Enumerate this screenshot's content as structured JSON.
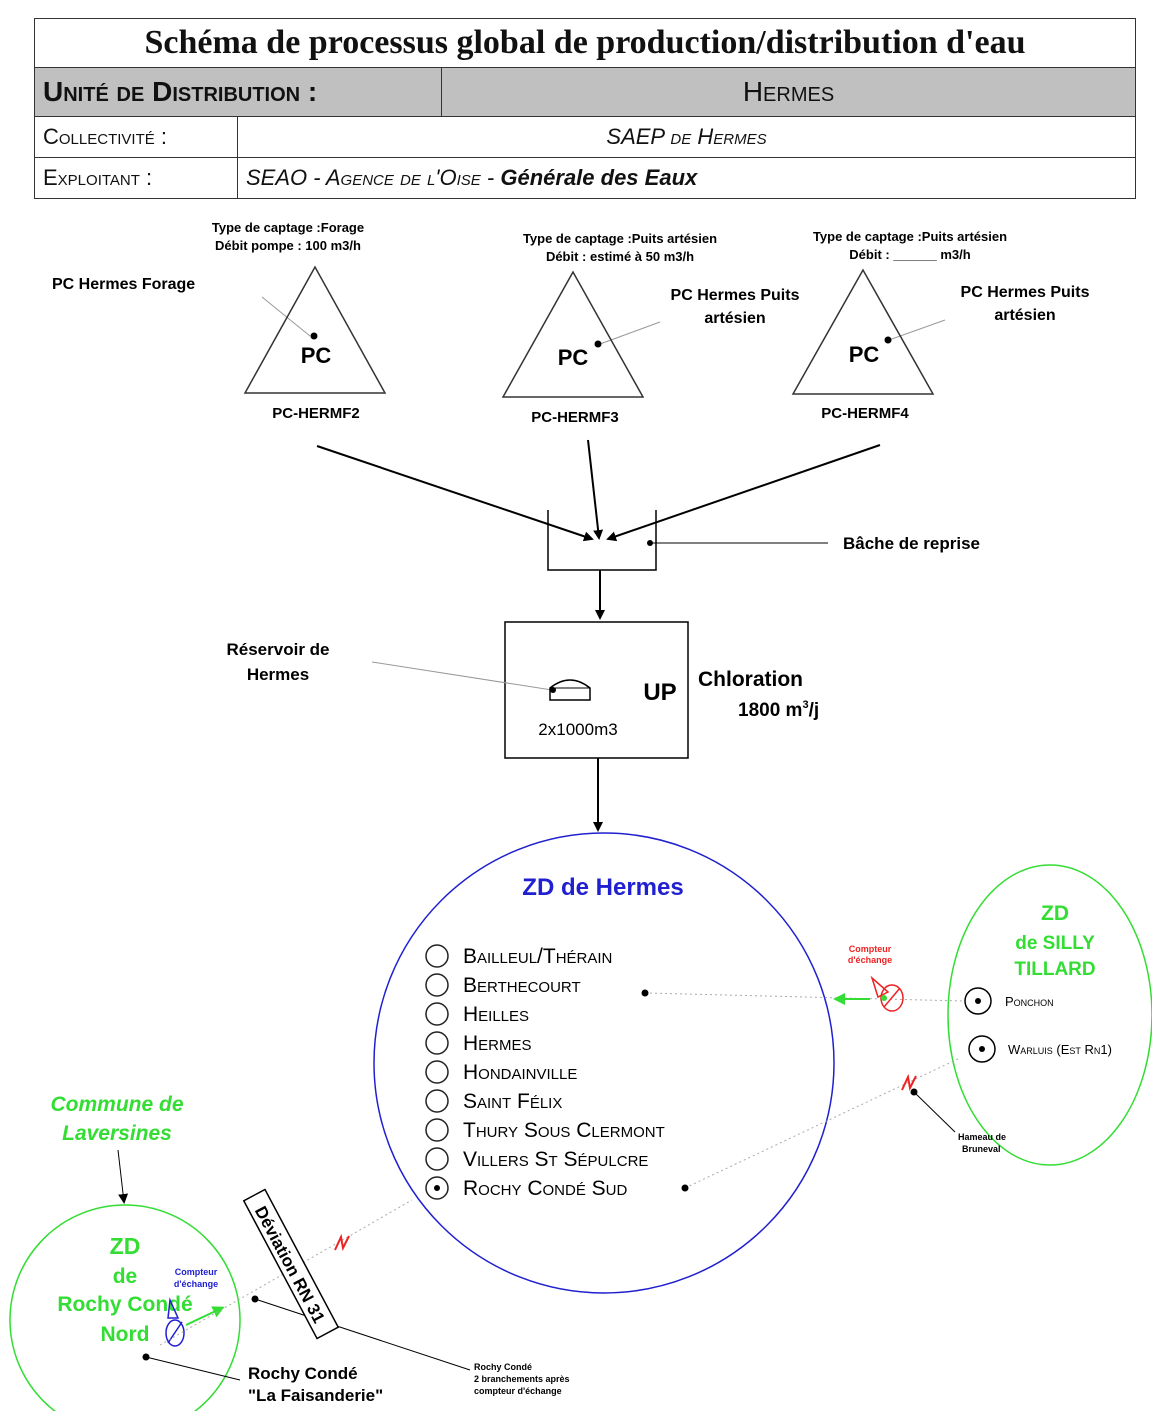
{
  "header": {
    "title": "Schéma de processus global de production/distribution d'eau",
    "unite_label": "Unité de Distribution :",
    "unite_value": "Hermes",
    "collectivite_label": "Collectivité :",
    "collectivite_value": "SAEP de Hermes",
    "exploitant_label": "Exploitant :",
    "exploitant_value_1": "SEAO - ",
    "exploitant_value_2": "Agence de l'Oise",
    "exploitant_value_3": " - ",
    "exploitant_value_4": "Générale des Eaux"
  },
  "captages": [
    {
      "type_line": "Type de captage :Forage",
      "debit_line": "Débit pompe : 100 m3/h",
      "name": "PC Hermes Forage",
      "code": "PC-HERMF2",
      "symbol": "PC"
    },
    {
      "type_line": "Type de captage :Puits artésien",
      "debit_line": "Débit : estimé à 50 m3/h",
      "name_line1": "PC Hermes Puits",
      "name_line2": "artésien",
      "code": "PC-HERMF3",
      "symbol": "PC"
    },
    {
      "type_line": "Type de captage :Puits artésien",
      "debit_line": "Débit : ______ m3/h",
      "name_line1": "PC Hermes Puits",
      "name_line2": "artésien",
      "code": "PC-HERMF4",
      "symbol": "PC"
    }
  ],
  "bache": {
    "label": "Bâche de reprise"
  },
  "reservoir": {
    "label_line1": "Réservoir de",
    "label_line2": "Hermes",
    "capacity": "2x1000m3",
    "up": "UP",
    "treatment": "Chloration",
    "volume": "1800 m",
    "volume_sup": "3",
    "volume_suffix": "/j"
  },
  "zd_hermes": {
    "title": "ZD de Hermes",
    "communes": [
      "Bailleul/Thérain",
      "Berthecourt",
      "Heilles",
      "Hermes",
      "Hondainville",
      "Saint Félix",
      "Thury Sous Clermont",
      "Villers St Sépulcre",
      "Rochy Condé Sud"
    ]
  },
  "zd_silly": {
    "line1": "ZD",
    "line2": "de SILLY",
    "line3": "TILLARD",
    "communes": [
      "Ponchon",
      "Warluis (Est Rn1)"
    ],
    "compteur_line1": "Compteur",
    "compteur_line2": "d'échange",
    "hameau_line1": "Hameau de",
    "hameau_line2": "Bruneval"
  },
  "laversines": {
    "line1": "Commune de",
    "line2": "Laversines"
  },
  "zd_rochy": {
    "line1": "ZD",
    "line2": "de",
    "line3": "Rochy Condé",
    "line4": "Nord",
    "compteur_line1": "Compteur",
    "compteur_line2": "d'échange",
    "faisanderie_line1": "Rochy Condé",
    "faisanderie_line2": "\"La Faisanderie\""
  },
  "deviation": {
    "label": "Déviation RN 31"
  },
  "rochy_note": {
    "line1": "Rochy Condé",
    "line2": "2 branchements après",
    "line3": "compteur d'échange"
  },
  "colors": {
    "blue": "#2020d0",
    "green": "#33dd33",
    "red": "#ee2222",
    "header_gray": "#c0c0c0"
  }
}
